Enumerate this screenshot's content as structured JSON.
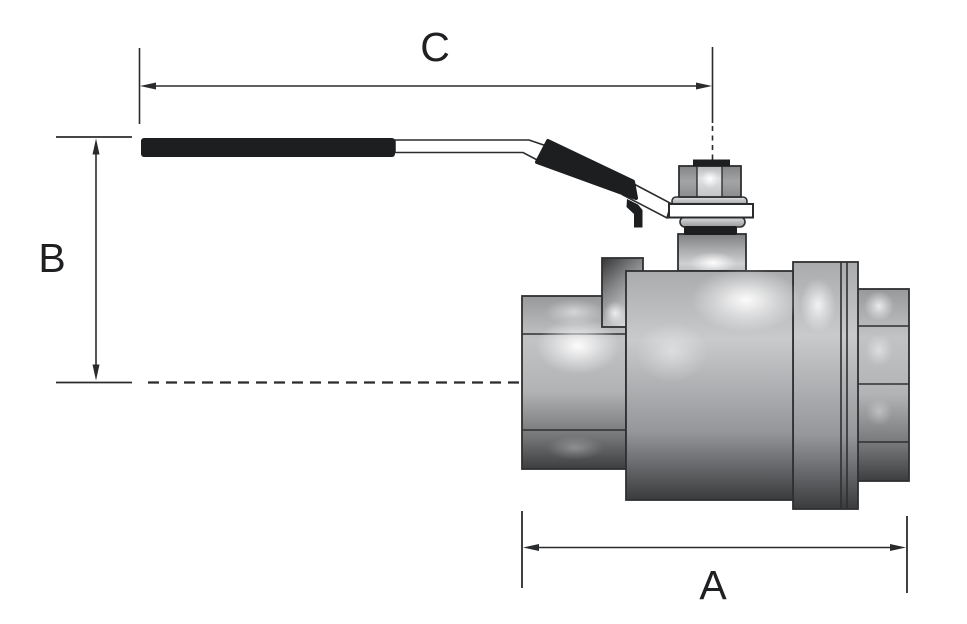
{
  "labels": {
    "dim_a": "A",
    "dim_b": "B",
    "dim_c": "C"
  },
  "colors": {
    "line": "#2a2b2d",
    "handle_black": "#1d1e20",
    "metal_light": "#c9cacc",
    "metal_mid": "#9a9b9d",
    "metal_dark": "#3d3e40",
    "background": "#ffffff"
  }
}
